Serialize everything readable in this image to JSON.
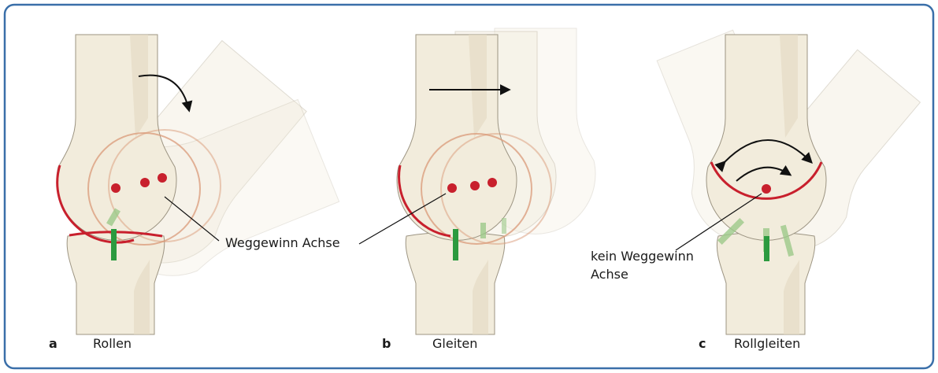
{
  "colors": {
    "frame": "#3a6fa9",
    "bone": "#f2ecdc",
    "bone_outline": "#9c9482",
    "bone_shadow": "#e6dcc4",
    "cartilage": "#c8202d",
    "old_cartilage": "#d99a78",
    "axis_point": "#c8202d",
    "contact_bar": "#2c9a3f",
    "contact_bar_faded": "#9cc98a",
    "arrow": "#111111"
  },
  "panels": [
    {
      "letter": "a",
      "title": "Rollen",
      "annotation": "Weggewinn Achse",
      "arrow_icon": "curved-arrow-clockwise-icon"
    },
    {
      "letter": "b",
      "title": "Gleiten",
      "annotation": "",
      "arrow_icon": "straight-arrow-right-icon"
    },
    {
      "letter": "c",
      "title": "Rollgleiten",
      "annotation_line1": "kein Weggewinn",
      "annotation_line2": "Achse",
      "arrow_icon": "double-curved-arrow-icon"
    }
  ]
}
